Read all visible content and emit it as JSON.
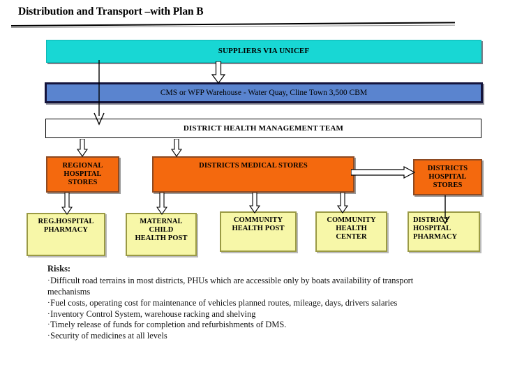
{
  "title": "Distribution and Transport –with Plan B",
  "colors": {
    "cyan": "#18d7d4",
    "blue": "#5a84cf",
    "orange": "#f4690e",
    "yellow": "#f7f7a8",
    "white": "#ffffff",
    "text": "#000000"
  },
  "nodes": {
    "suppliers": "SUPPLIERS VIA UNICEF",
    "warehouse": "CMS or WFP Warehouse - Water Quay, Cline Town 3,500 CBM",
    "dhmt": "DISTRICT HEALTH MANAGEMENT TEAM",
    "regional_hospital_stores": "REGIONAL HOSPITAL STORES",
    "districts_medical_stores": "DISTRICTS MEDICAL STORES",
    "districts_hospital_stores": "DISTRICTS HOSPITAL STORES",
    "reg_hospital_pharmacy": "REG.HOSPITAL PHARMACY",
    "maternal_child_health_post": "MATERNAL CHILD HEALTH POST",
    "community_health_post": "COMMUNITY HEALTH POST",
    "community_health_center": "COMMUNITY HEALTH CENTER",
    "district_hospital_pharmacy": "DISTRICT HOSPITAL PHARMACY"
  },
  "node_lines": {
    "regional_hospital_stores": [
      "REGIONAL",
      "HOSPITAL",
      "STORES"
    ],
    "districts_hospital_stores": [
      "DISTRICTS",
      "HOSPITAL",
      "STORES"
    ],
    "reg_hospital_pharmacy": [
      "REG.HOSPITAL",
      "PHARMACY"
    ],
    "maternal_child_health_post": [
      "MATERNAL",
      "CHILD",
      "HEALTH POST"
    ],
    "community_health_post": [
      "COMMUNITY",
      "HEALTH POST"
    ],
    "community_health_center": [
      "COMMUNITY",
      "HEALTH",
      "CENTER"
    ],
    "district_hospital_pharmacy": [
      "DISTRICT",
      "HOSPITAL",
      "PHARMACY"
    ]
  },
  "risks": {
    "heading": "Risks:",
    "bullet": "·",
    "items": [
      "Difficult road terrains in most districts, PHUs which are accessible only by boats availability of transport mechanisms",
      "Fuel costs, operating cost for maintenance of vehicles planned routes, mileage, days, drivers salaries",
      "Inventory Control System, warehouse racking and shelving",
      "Timely release of funds for completion and refurbishments of DMS.",
      "Security of medicines at all levels"
    ]
  }
}
